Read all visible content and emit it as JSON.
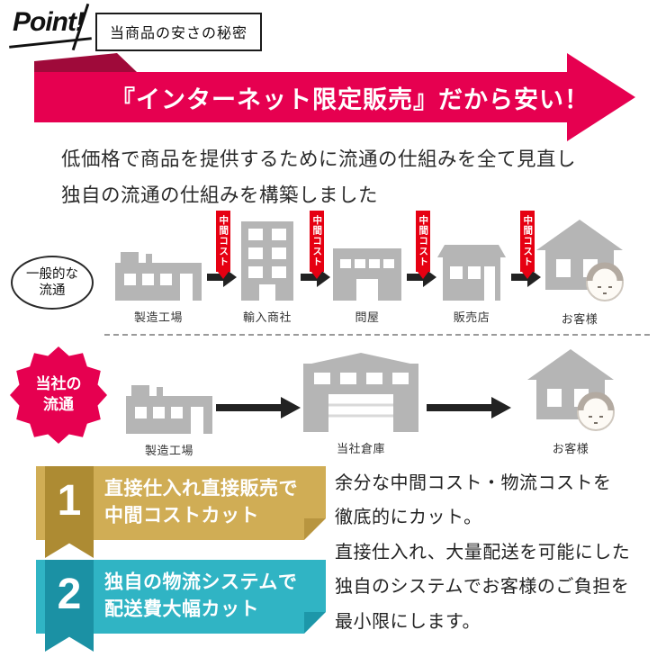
{
  "colors": {
    "accent_pink": "#e60050",
    "accent_dark_red": "#9f0a3a",
    "cost_tag_red": "#e60012",
    "point1_gold": "#d0ad55",
    "point1_gold_dark": "#ad8b33",
    "point2_teal": "#30b4c4",
    "point2_teal_dark": "#1b91a4",
    "icon_gray": "#b5b5b5"
  },
  "header": {
    "point_label": "Point!",
    "title": "当商品の安さの秘密"
  },
  "banner": {
    "text": "『インターネット限定販売』だから安い！"
  },
  "intro": {
    "line1": "低価格で商品を提供するために流通の仕組みを全て見直し",
    "line2": "独自の流通の仕組みを構築しました"
  },
  "general_flow": {
    "label_line1": "一般的な",
    "label_line2": "流通",
    "cost_tag": "中間コスト",
    "steps": [
      {
        "label": "製造工場"
      },
      {
        "label": "輸入商社"
      },
      {
        "label": "問屋"
      },
      {
        "label": "販売店"
      },
      {
        "label": "お客様"
      }
    ]
  },
  "company_flow": {
    "badge_line1": "当社の",
    "badge_line2": "流通",
    "steps": [
      {
        "label": "製造工場"
      },
      {
        "label": "当社倉庫"
      },
      {
        "label": "お客様"
      }
    ]
  },
  "points": [
    {
      "number": "1",
      "line1": "直接仕入れ直接販売で",
      "line2": "中間コストカット"
    },
    {
      "number": "2",
      "line1": "独自の物流システムで",
      "line2": "配送費大幅カット"
    }
  ],
  "description": {
    "line1": "余分な中間コスト・物流コストを",
    "line2": "徹底的にカット。",
    "line3": "直接仕入れ、大量配送を可能にした",
    "line4": "独自のシステムでお客様のご負担を",
    "line5": "最小限にします。"
  }
}
